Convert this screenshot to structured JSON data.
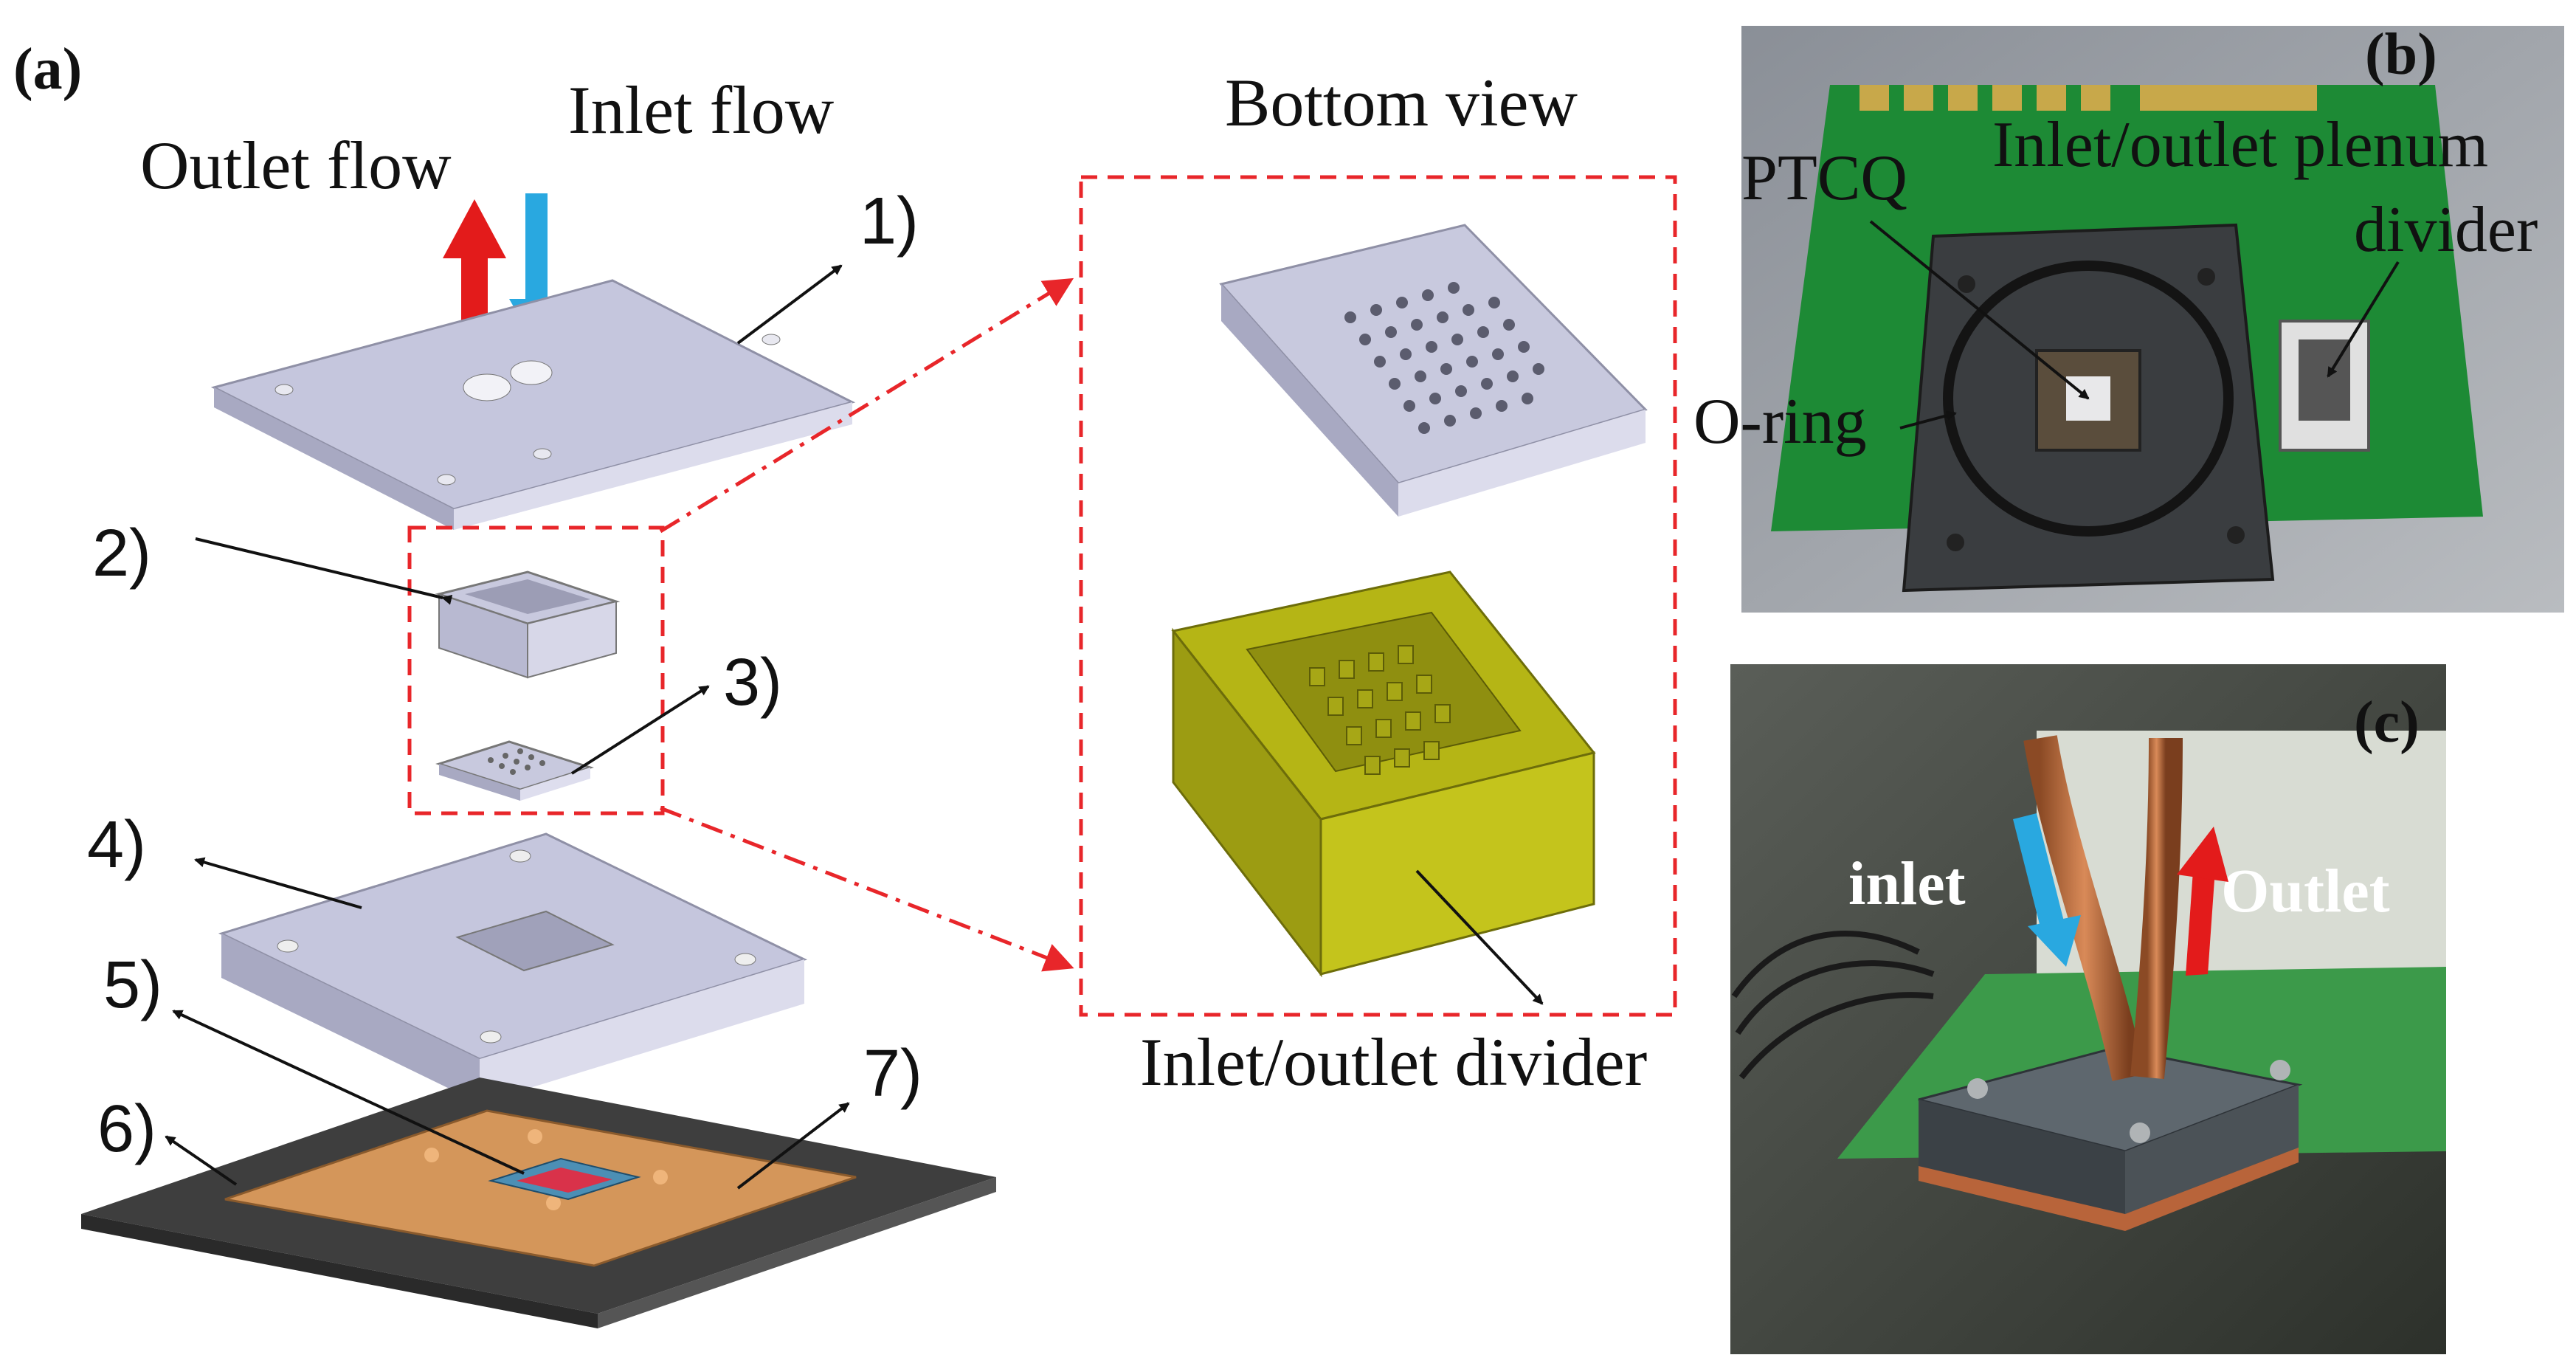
{
  "panel_a": {
    "panel_label": "(a)",
    "outlet_flow_label": "Outlet flow",
    "inlet_flow_label": "Inlet flow",
    "bottom_view_label": "Bottom view",
    "divider_label": "Inlet/outlet divider",
    "callouts": [
      "1)",
      "2)",
      "3)",
      "4)",
      "5)",
      "6)",
      "7)"
    ],
    "colors": {
      "outlet_arrow": "#e31b1b",
      "inlet_arrow": "#29a8e0",
      "plate": "#c8c9de",
      "divider_part": "#b5b515",
      "pcb_copper": "#d4965a",
      "die": "#d9324a",
      "dashed_box": "#e8262a"
    }
  },
  "panel_b": {
    "panel_label": "(b)",
    "plenum_label_line1": "Inlet/outlet plenum",
    "plenum_label_line2": "divider",
    "ptcq_label": "PTCQ",
    "oring_label": "O-ring"
  },
  "panel_c": {
    "panel_label": "(c)",
    "inlet_label": "inlet",
    "outlet_label": "Outlet"
  }
}
